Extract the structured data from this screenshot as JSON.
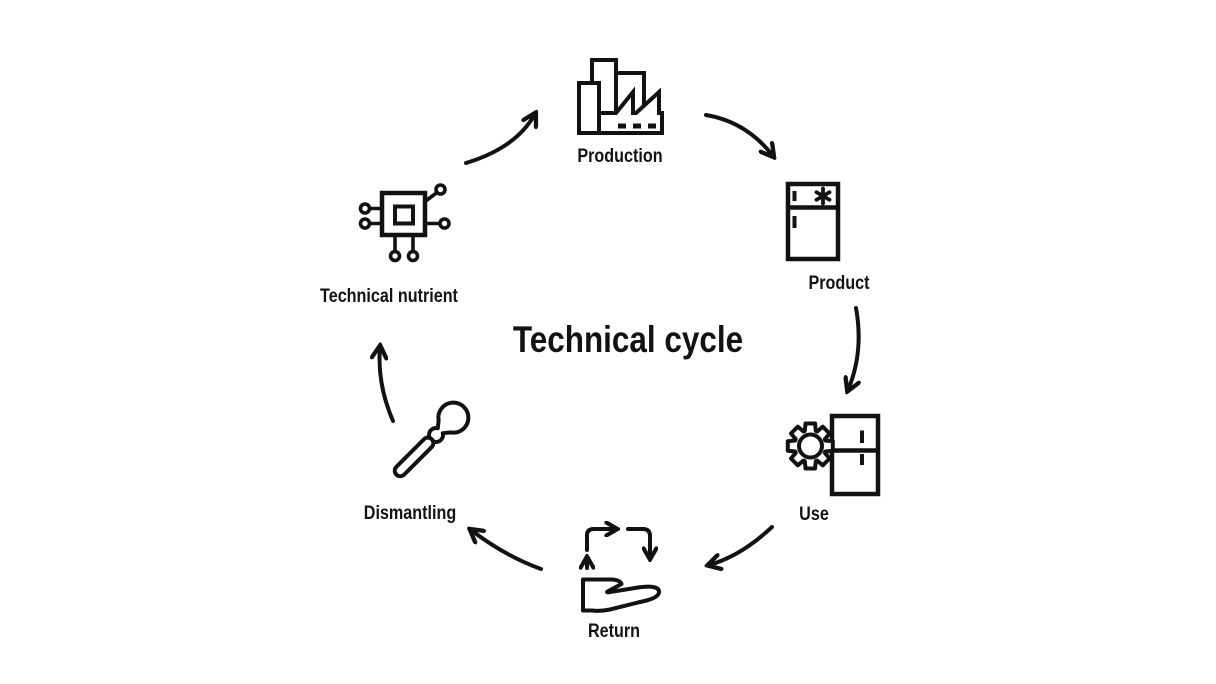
{
  "title": "Technical cycle",
  "colors": {
    "ink": "#121212",
    "background": "#ffffff"
  },
  "nodes": [
    {
      "label": "Production",
      "icon": "factory-icon"
    },
    {
      "label": "Product",
      "icon": "refrigerator-icon"
    },
    {
      "label": "Use",
      "icon": "gear-refrigerator-icon"
    },
    {
      "label": "Return",
      "icon": "hand-recycle-icon"
    },
    {
      "label": "Dismantling",
      "icon": "wrench-icon"
    },
    {
      "label": "Technical nutrient",
      "icon": "microchip-icon"
    }
  ],
  "flow": [
    "Production",
    "Product",
    "Use",
    "Return",
    "Dismantling",
    "Technical nutrient",
    "Production"
  ]
}
